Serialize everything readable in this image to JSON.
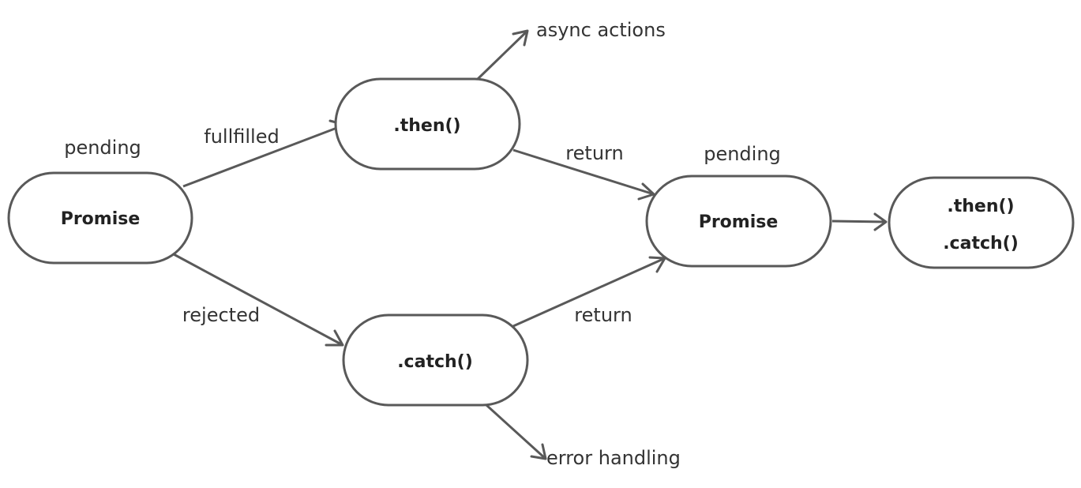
{
  "nodes": {
    "promise_start": {
      "label": "Promise",
      "status": "pending"
    },
    "then_node": {
      "label": ".then()"
    },
    "catch_node": {
      "label": ".catch()"
    },
    "promise_end": {
      "label": "Promise",
      "status": "pending"
    },
    "chain_node": {
      "line1": ".then()",
      "line2": ".catch()"
    }
  },
  "edges": {
    "fulfilled": "fullfilled",
    "rejected": "rejected",
    "then_return": "return",
    "catch_return": "return",
    "async": "async actions",
    "error": "error handling"
  },
  "colors": {
    "stroke": "#595959",
    "text": "#222222",
    "background": "#ffffff"
  }
}
